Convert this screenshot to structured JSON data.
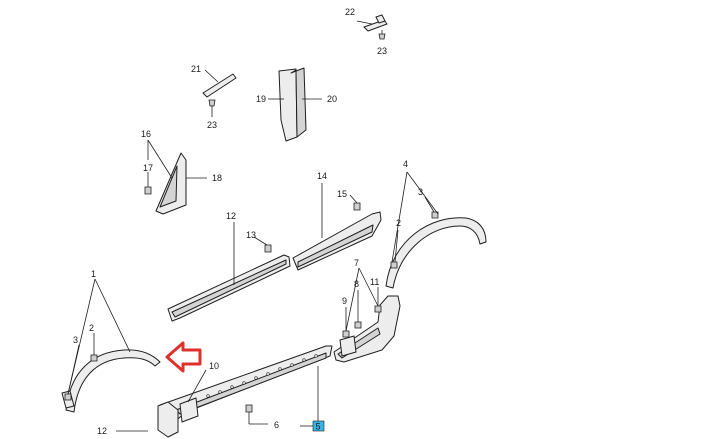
{
  "diagram": {
    "callouts": {
      "c1": "1",
      "c2_front": "2",
      "c3_front": "3",
      "c4": "4",
      "c2_rear": "2",
      "c3_rear": "3",
      "c5": "5",
      "c6": "6",
      "c7": "7",
      "c8": "8",
      "c9": "9",
      "c10": "10",
      "c11": "11",
      "c12_molding": "12",
      "c12_bottom": "12",
      "c13": "13",
      "c14": "14",
      "c15": "15",
      "c16": "16",
      "c17": "17",
      "c18": "18",
      "c19": "19",
      "c20": "20",
      "c21": "21",
      "c22": "22",
      "c23_top": "23",
      "c23_mid": "23"
    },
    "colors": {
      "line": "#1f1f1f",
      "part_fill": "#ededed",
      "highlight_arrow": "#e0302b",
      "highlight_box": "#35b6e6"
    }
  }
}
